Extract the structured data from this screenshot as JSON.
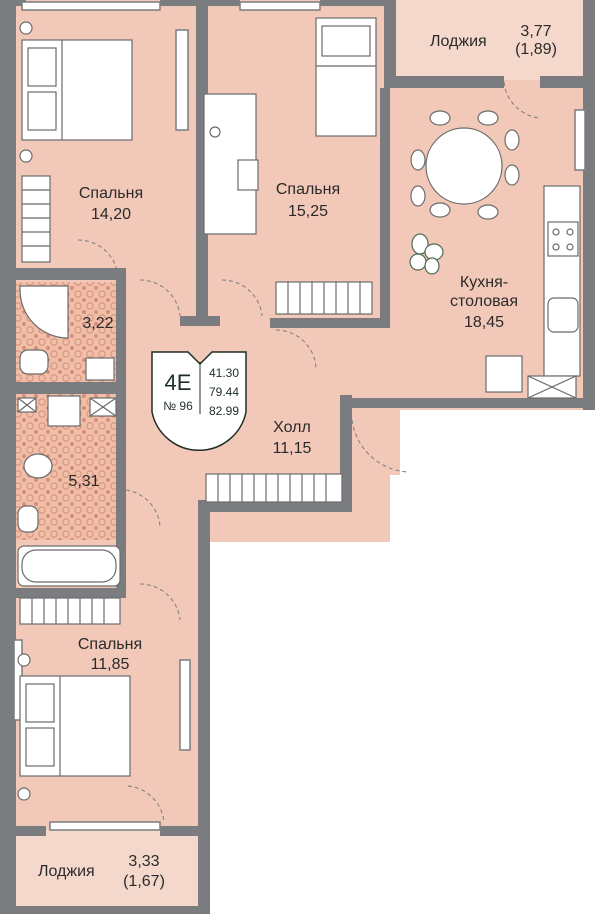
{
  "rooms": {
    "bedroom_top_left": {
      "name": "Спальня",
      "area": "14,20"
    },
    "bedroom_top_mid": {
      "name": "Спальня",
      "area": "15,25"
    },
    "loggia_top": {
      "name": "Лоджия",
      "area": "3,77",
      "area_reduced": "(1,89)"
    },
    "kitchen": {
      "name_line1": "Кухня-",
      "name_line2": "столовая",
      "area": "18,45"
    },
    "bathroom_small": {
      "area": "3,22"
    },
    "bathroom_big": {
      "area": "5,31"
    },
    "hall": {
      "name": "Холл",
      "area": "11,15"
    },
    "bedroom_bottom": {
      "name": "Спальня",
      "area": "11,85"
    },
    "loggia_bottom": {
      "name": "Лоджия",
      "area": "3,33",
      "area_reduced": "(1,67)"
    }
  },
  "badge": {
    "type": "4Е",
    "number": "№ 96",
    "areas": [
      "41.30",
      "79.44",
      "82.99"
    ]
  },
  "colors": {
    "room_fill": "#f2c9b8",
    "loggia_fill": "#f5d8cc",
    "wall": "#7a7c80",
    "tile": "#e4a893",
    "badge_stroke": "#1f2e24"
  }
}
